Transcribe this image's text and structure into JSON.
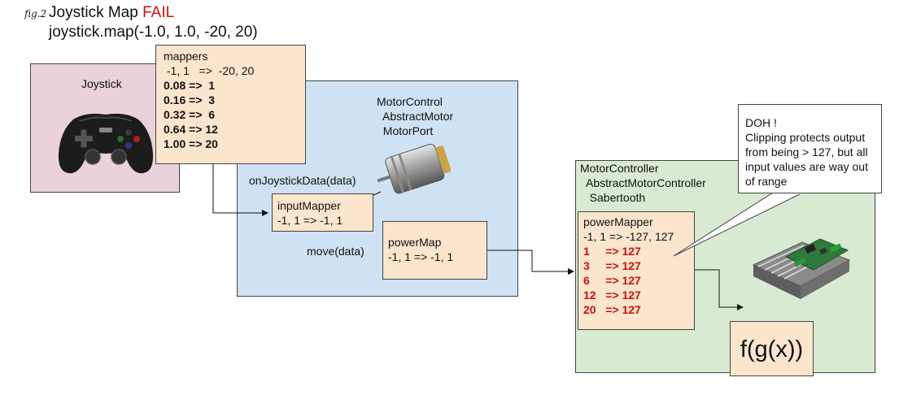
{
  "header": {
    "fig_label": "fig.2",
    "title_prefix": "Joystick Map ",
    "title_fail": "FAIL",
    "subtitle": "joystick.map(-1.0, 1.0, -20, 20)"
  },
  "joystick": {
    "label": "Joystick",
    "icon": "gamepad-icon"
  },
  "mappers": {
    "title": "mappers",
    "range_line": " -1, 1   =>  -20, 20",
    "rows": [
      "0.08 =>  1",
      "0.16 =>  3",
      "0.32 =>  6",
      "0.64 => 12",
      "1.00 => 20"
    ]
  },
  "motor_control": {
    "lines": [
      "MotorControl",
      "  AbstractMotor",
      "  MotorPort"
    ],
    "icon": "dc-motor-icon",
    "on_joystick_data": "onJoystickData(data)",
    "move": "move(data)"
  },
  "input_mapper": {
    "title": "inputMapper",
    "range": "-1, 1 => -1, 1"
  },
  "power_map": {
    "title": "powerMap",
    "range": "-1, 1 => -1, 1"
  },
  "motor_controller": {
    "lines": [
      "MotorController",
      "  AbstractMotorController",
      "   Sabertooth"
    ],
    "icon": "motor-controller-board-icon"
  },
  "power_mapper": {
    "title": "powerMapper",
    "range": "-1, 1 => -127, 127",
    "rows": [
      "1     => 127",
      "3     => 127",
      "6     => 127",
      "12   => 127",
      "20   => 127"
    ]
  },
  "callout": {
    "lines": [
      "DOH !",
      "Clipping protects output",
      "from being > 127, but all",
      "input values are way out",
      "of range"
    ]
  },
  "fgx": "f(g(x))",
  "colors": {
    "joystick_bg": "#ead1dc",
    "motor_control_bg": "#cfe2f3",
    "motor_controller_bg": "#d9ead3",
    "mapper_bg": "#fce5cd",
    "fail_red": "#cc1111"
  }
}
